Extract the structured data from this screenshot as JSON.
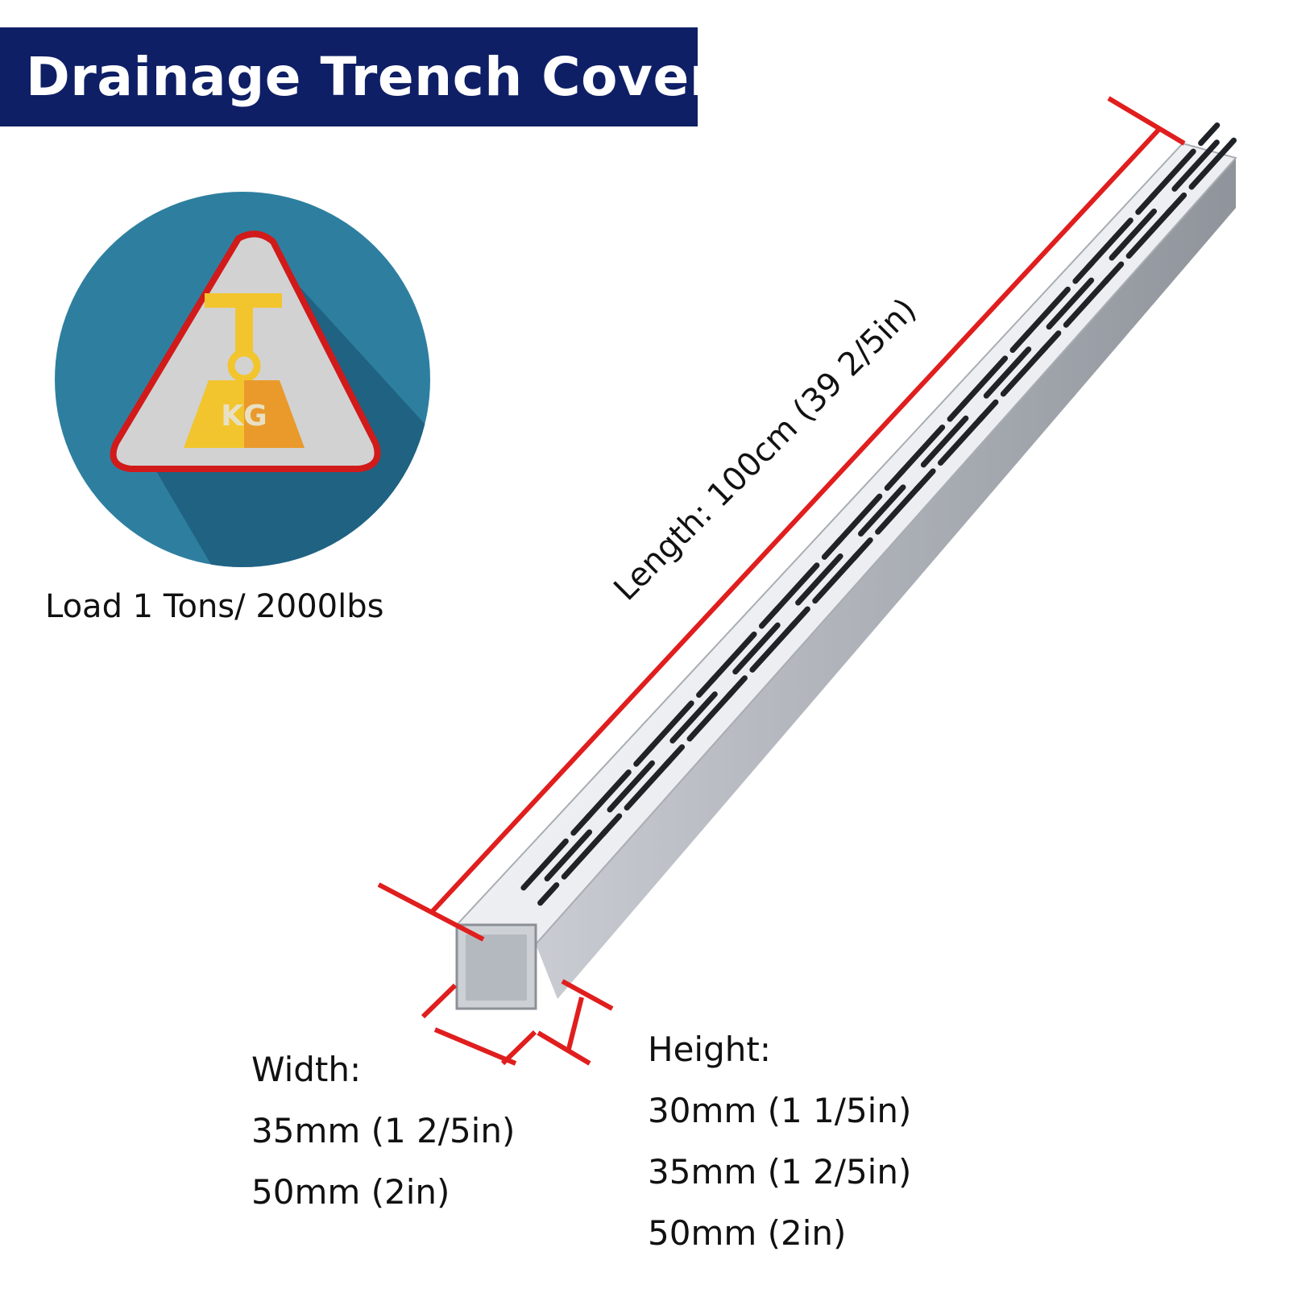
{
  "title": "Drainage Trench Cover",
  "load": {
    "icon": "weight-kg-warning-icon",
    "badge_text": "KG",
    "label": "Load 1 Tons/ 2000lbs",
    "colors": {
      "circle": "#2e7f9f",
      "triangle_border": "#d11a1a",
      "weight_light": "#f2c52e",
      "weight_dark": "#e99a2b"
    }
  },
  "length": {
    "label": "Length: 100cm (39 2/5in)"
  },
  "width": {
    "label": "Width:",
    "values": [
      "35mm (1 2/5in)",
      "50mm (2in)"
    ]
  },
  "height": {
    "label": "Height:",
    "values": [
      "30mm (1 1/5in)",
      "35mm (1 2/5in)",
      "50mm (2in)"
    ]
  },
  "colors": {
    "banner": "#0f1f66",
    "dimension_line": "#e01e1e"
  }
}
